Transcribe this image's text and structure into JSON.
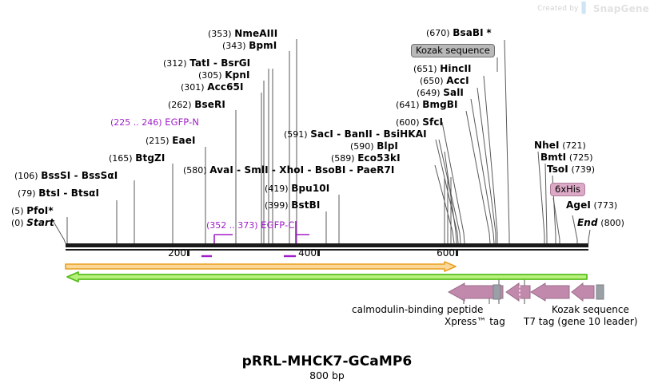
{
  "watermark": {
    "prefix": "Created by",
    "brand": "SnapGene",
    "mark_icon": "snapgene-logo-icon"
  },
  "title": "pRRL-MHCK7-GCaMP6",
  "subtitle": "800 bp",
  "sequence": {
    "length_bp": 800,
    "ruler_ticks": [
      {
        "value": 200,
        "label": "200"
      },
      {
        "value": 400,
        "label": "400"
      },
      {
        "value": 600,
        "label": "600"
      }
    ]
  },
  "left_labels": [
    {
      "pos": "(0)",
      "enz": "Start",
      "italic": true
    },
    {
      "pos": "(5)",
      "enz": "PfoI",
      "star": "*"
    },
    {
      "pos": "(79)",
      "enz": "BtsI  -  BtsαI"
    },
    {
      "pos": "(106)",
      "enz": "BssSI  -  BssSαI"
    },
    {
      "pos": "(165)",
      "enz": "BtgZI"
    },
    {
      "pos": "(215)",
      "enz": "EaeI"
    },
    {
      "pos": "(262)",
      "enz": "BseRI"
    },
    {
      "pos": "(301)",
      "enz": "Acc65I"
    },
    {
      "pos": "(305)",
      "enz": "KpnI"
    },
    {
      "pos": "(312)",
      "enz": "TatI  -  BsrGI"
    },
    {
      "pos": "(343)",
      "enz": "BpmI"
    },
    {
      "pos": "(353)",
      "enz": "NmeAIII"
    },
    {
      "pos": "(399)",
      "enz": "BstBI"
    },
    {
      "pos": "(419)",
      "enz": "Bpu10I"
    },
    {
      "pos": "(580)",
      "enz": "AvaI  -  SmlI  -  XhoI  -  BsoBI  -  PaeR7I"
    },
    {
      "pos": "(589)",
      "enz": "Eco53kI"
    },
    {
      "pos": "(590)",
      "enz": "BlpI"
    },
    {
      "pos": "(591)",
      "enz": "SacI  -  BanII  -  BsiHKAI"
    },
    {
      "pos": "(600)",
      "enz": "SfcI"
    },
    {
      "pos": "(641)",
      "enz": "BmgBI"
    },
    {
      "pos": "(649)",
      "enz": "SalI"
    },
    {
      "pos": "(650)",
      "enz": "AccI"
    },
    {
      "pos": "(651)",
      "enz": "HincII"
    },
    {
      "pos": "(670)",
      "enz": "BsaBI",
      "star": "*"
    }
  ],
  "right_labels": [
    {
      "enz": "NheI",
      "pos": "(721)"
    },
    {
      "enz": "BmtI",
      "pos": "(725)"
    },
    {
      "enz": "TsoI",
      "pos": "(739)"
    },
    {
      "enz": "AgeI",
      "pos": "(773)"
    },
    {
      "enz": "End",
      "pos": "(800)",
      "italic": true
    }
  ],
  "feature_labels": [
    {
      "pos": "(225 .. 246)",
      "name": "EGFP-N"
    },
    {
      "pos": "(352 .. 373)",
      "name": "EGFP-C"
    }
  ],
  "badges": [
    {
      "label": "Kozak sequence",
      "style": "gray"
    },
    {
      "label": "6xHis",
      "style": "pink"
    }
  ],
  "feature_bars": [
    {
      "name": "orange-feature-arrow",
      "direction": "right",
      "color": "#f5a623",
      "fill": "#fbd89a"
    },
    {
      "name": "green-feature-arrow",
      "direction": "left",
      "color": "#5bbf21",
      "fill": "#b7f07a"
    }
  ],
  "cds_captions": [
    "calmodulin-binding peptide",
    "Xpress™ tag",
    "T7 tag (gene 10 leader)",
    "Kozak sequence"
  ],
  "colors": {
    "feature_purple": "#a01ec8",
    "cds_pink": "#c18aac",
    "cds_gray": "#9aa0a6",
    "backbone": "#1a1a1a",
    "orange": "#f5a623",
    "green": "#5bbf21"
  }
}
